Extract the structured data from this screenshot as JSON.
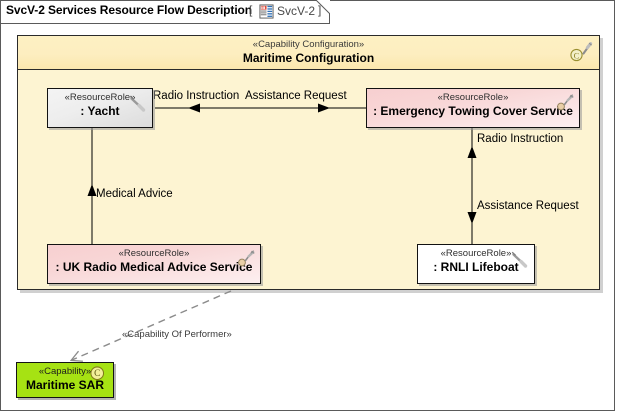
{
  "diagram": {
    "title": "SvcV-2 Services Resource Flow Description",
    "bracket_open": "[",
    "bracket_close": "]",
    "diagram_name": "SvcV-2",
    "diagram_icon": "diagram-document-icon"
  },
  "container": {
    "stereotype": "«Capability Configuration»",
    "name": "Maritime Configuration",
    "icon": "capability-tool-icon",
    "fill": "#fdf4d2"
  },
  "nodes": [
    {
      "id": "yacht",
      "stereotype": "«ResourceRole»",
      "name": ": Yacht",
      "icon": "wrench-icon",
      "fill": "#ededed"
    },
    {
      "id": "emergency-towing-cover-service",
      "stereotype": "«ResourceRole»",
      "name": ": Emergency Towing Cover Service",
      "icon": "service-tool-icon",
      "fill": "#f7cfd0"
    },
    {
      "id": "uk-radio-medical-advice-service",
      "stereotype": "«ResourceRole»",
      "name": ": UK Radio Medical Advice Service",
      "icon": "service-tool-icon",
      "fill": "#f7cfd0"
    },
    {
      "id": "rnli-lifeboat",
      "stereotype": "«ResourceRole»",
      "name": ": RNLI Lifeboat",
      "icon": "wrench-icon",
      "fill": "#ffffff"
    },
    {
      "id": "maritime-sar",
      "stereotype": "«Capability»",
      "name": "Maritime SAR",
      "icon": "capability-circle-c-icon",
      "fill": "#a6e213"
    }
  ],
  "connectors": [
    {
      "id": "radio-instruction-horizontal",
      "label": "Radio Instruction",
      "from": "emergency-towing-cover-service",
      "to": "yacht",
      "style": "solid-arrow"
    },
    {
      "id": "assistance-request-horizontal",
      "label": "Assistance Request",
      "from": "yacht",
      "to": "emergency-towing-cover-service",
      "style": "solid-arrow"
    },
    {
      "id": "radio-instruction-vertical",
      "label": "Radio Instruction",
      "from": "rnli-lifeboat",
      "to": "emergency-towing-cover-service",
      "style": "solid-arrow"
    },
    {
      "id": "assistance-request-vertical",
      "label": "Assistance Request",
      "from": "emergency-towing-cover-service",
      "to": "rnli-lifeboat",
      "style": "solid-arrow"
    },
    {
      "id": "medical-advice",
      "label": "Medical Advice",
      "from": "uk-radio-medical-advice-service",
      "to": "yacht",
      "style": "solid-arrow"
    },
    {
      "id": "capability-of-performer",
      "label": "«Capability Of Performer»",
      "from": "maritime-configuration",
      "to": "maritime-sar",
      "style": "dashed-open-arrow"
    }
  ]
}
